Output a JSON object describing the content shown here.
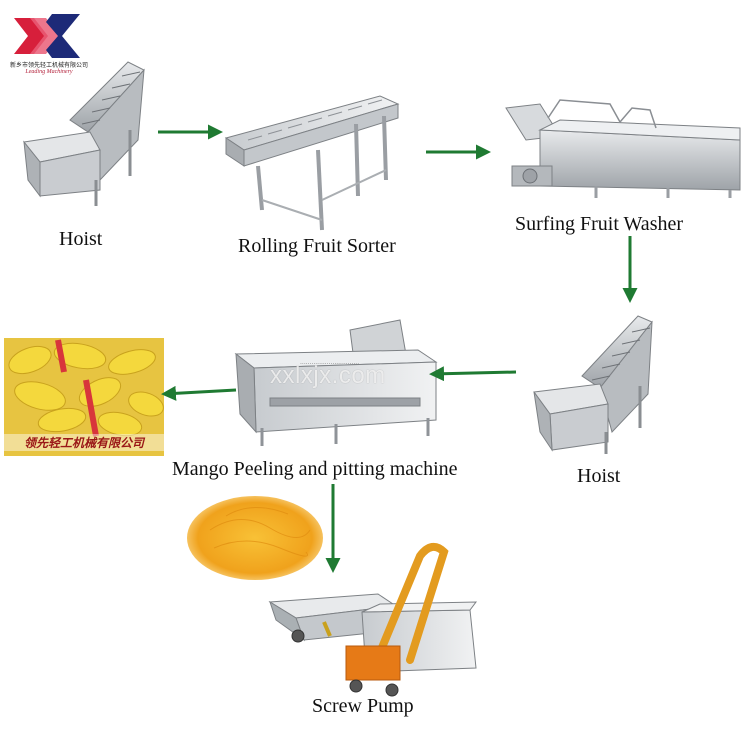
{
  "logo": {
    "cn_text": "新乡市领先轻工机械有限公司",
    "en_text": "Leading Machinery",
    "colors": {
      "red": "#d71f3b",
      "navy": "#1d2a78"
    }
  },
  "steps": [
    {
      "id": "hoist-1",
      "label": "Hoist"
    },
    {
      "id": "rolling-fruit-sorter",
      "label": "Rolling Fruit Sorter"
    },
    {
      "id": "surfing-fruit-washer",
      "label": "Surfing Fruit Washer"
    },
    {
      "id": "hoist-2",
      "label": "Hoist"
    },
    {
      "id": "mango-peeling-pitting",
      "label": "Mango Peeling and pitting machine"
    },
    {
      "id": "screw-pump",
      "label": "Screw Pump"
    }
  ],
  "photo": {
    "caption": "领先轻工机械有限公司"
  },
  "watermark": "xxlxjx.com",
  "arrow_color": "#1f7a32"
}
